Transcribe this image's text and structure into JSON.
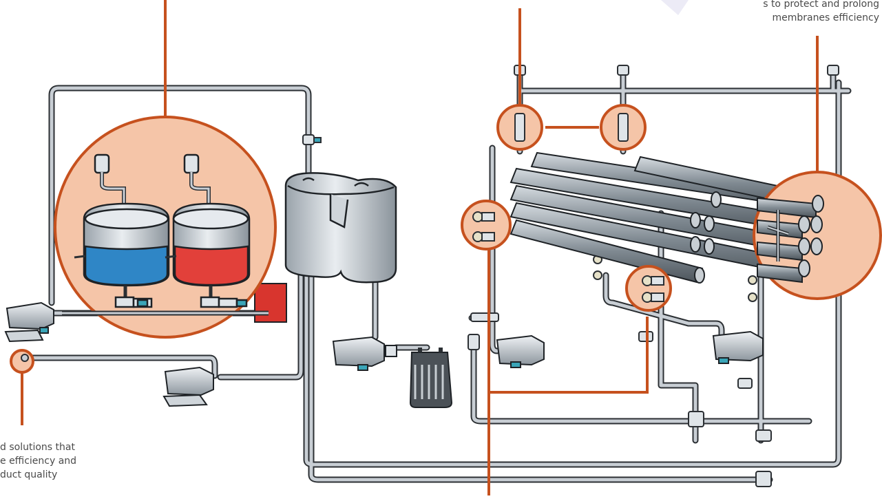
{
  "captions": {
    "bottom_left": [
      "d solutions that",
      "e efficiency and",
      "duct quality"
    ],
    "top_right": [
      "s to protect and prolong",
      "membranes efficiency"
    ]
  },
  "icons": [
    "tank-icon",
    "pump-icon",
    "valve-icon",
    "membrane-tube-icon",
    "filter-icon",
    "control-box-icon"
  ],
  "colors": {
    "callout_stroke": "#c6511e",
    "callout_fill": "#f5c5a8",
    "pipe": "#b9c0c8",
    "pipe_outline": "#2b2f33",
    "tank_blue": "#2f86c6",
    "tank_red": "#e2403a",
    "accent_teal": "#3aa5b8",
    "control_box": "#d8352e"
  }
}
